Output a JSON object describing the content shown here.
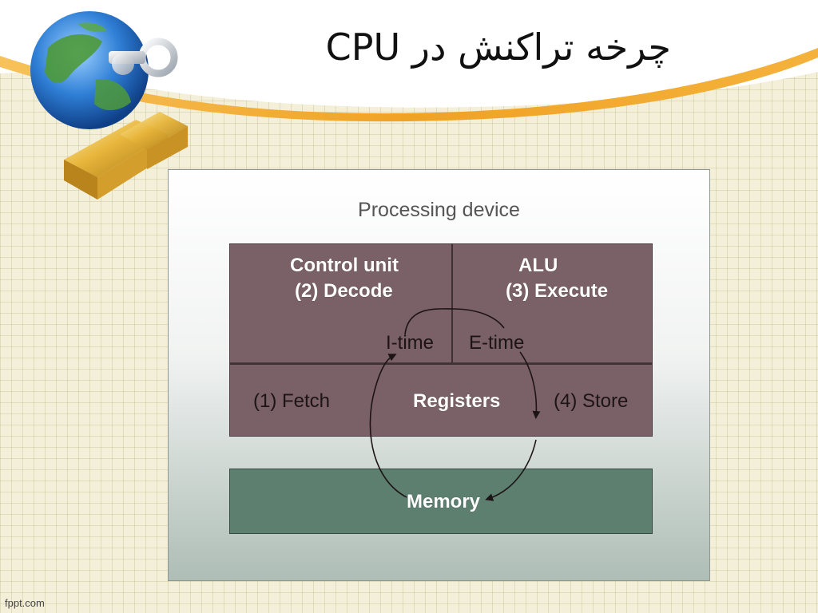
{
  "slide": {
    "title": "چرخه تراکنش در CPU",
    "footer": "fppt.com"
  },
  "diagram": {
    "processing_label": "Processing device",
    "control_unit": "Control unit",
    "decode": "(2) Decode",
    "alu": "ALU",
    "execute": "(3) Execute",
    "i_time": "I-time",
    "e_time": "E-time",
    "fetch": "(1) Fetch",
    "registers": "Registers",
    "store": "(4) Store",
    "memory": "Memory"
  },
  "colors": {
    "cpu_box": "#7a6167",
    "memory_box": "#5d7f70",
    "accent_wave": "#f0a224",
    "title_band": "#ffffff"
  },
  "icons": {
    "logo": "globe-key-gold-bars-icon"
  }
}
